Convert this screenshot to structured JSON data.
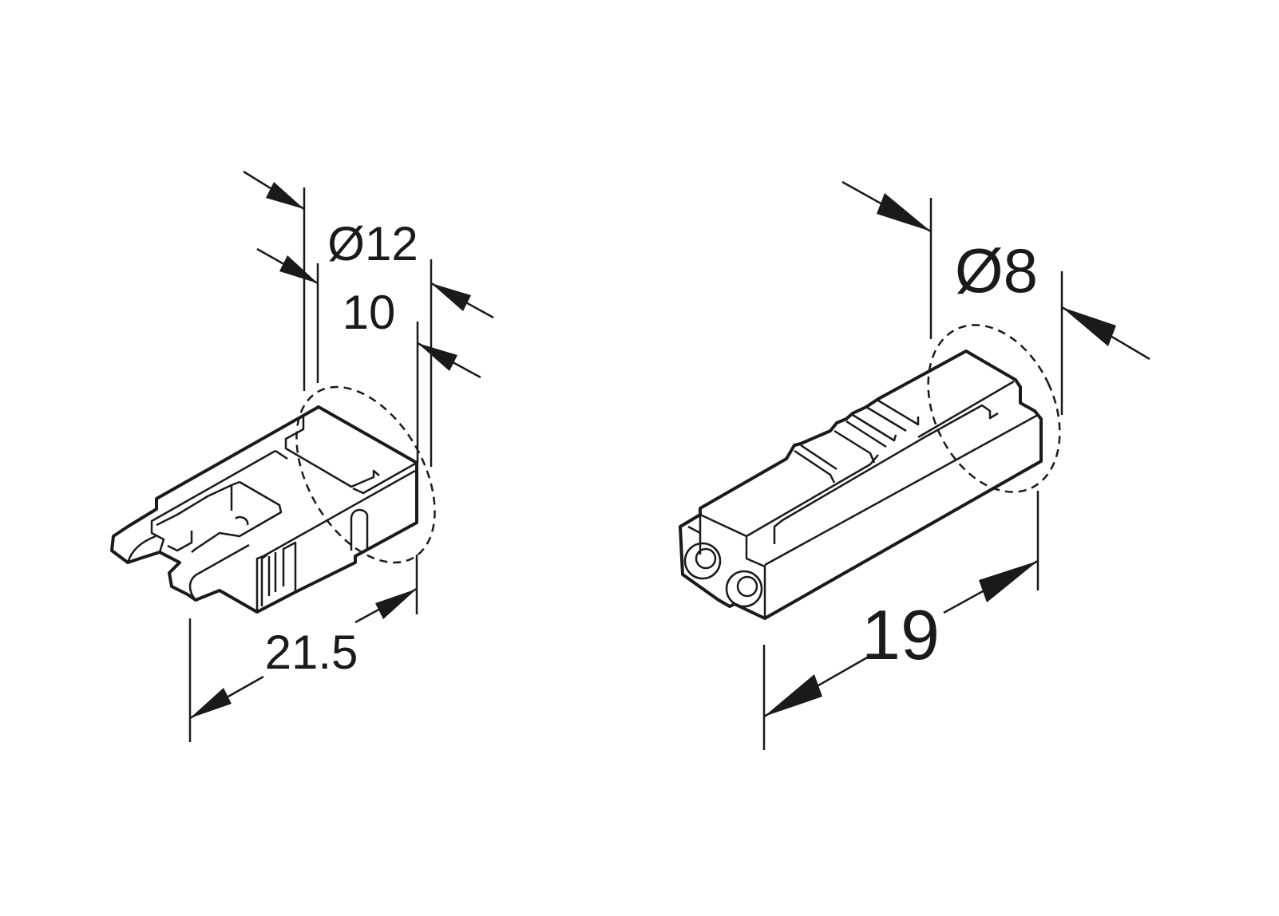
{
  "drawing": {
    "left_connector": {
      "outer_diameter_label": "Ø12",
      "width_label": "10",
      "length_label": "21.5"
    },
    "right_connector": {
      "outer_diameter_label": "Ø8",
      "length_label": "19"
    },
    "line_color": "#1a1a1a",
    "background": "#ffffff"
  }
}
